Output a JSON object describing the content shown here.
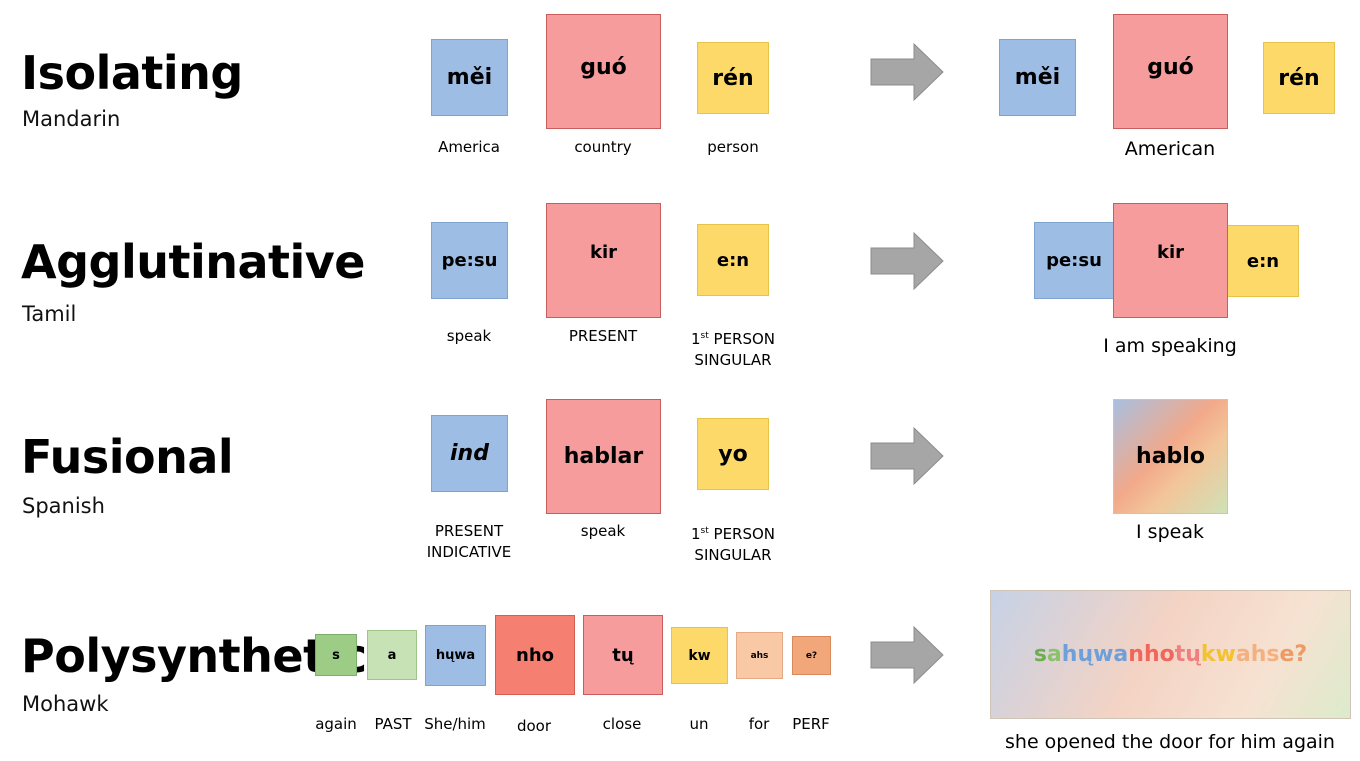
{
  "rows": [
    {
      "title": "Isolating",
      "language": "Mandarin",
      "morphemes": [
        {
          "text": "měi",
          "gloss": "America"
        },
        {
          "text": "guó",
          "gloss": "country"
        },
        {
          "text": "rén",
          "gloss": "person"
        }
      ],
      "result_gloss": "American"
    },
    {
      "title": "Agglutinative",
      "language": "Tamil",
      "morphemes": [
        {
          "text": "pe:su",
          "gloss": "speak"
        },
        {
          "text": "kir",
          "gloss": "PRESENT"
        },
        {
          "text": "e:n",
          "gloss_line1": "1",
          "gloss_sup": "st",
          "gloss_rest": " PERSON",
          "gloss_line2": "SINGULAR"
        }
      ],
      "result_gloss": "I am speaking"
    },
    {
      "title": "Fusional",
      "language": "Spanish",
      "morphemes": [
        {
          "text": "ind",
          "gloss_line1": "PRESENT",
          "gloss_line2": "INDICATIVE"
        },
        {
          "text": "hablar",
          "gloss": "speak"
        },
        {
          "text": "yo",
          "gloss_line1": "1",
          "gloss_sup": "st",
          "gloss_rest": " PERSON",
          "gloss_line2": "SINGULAR"
        }
      ],
      "result_word": "hablo",
      "result_gloss": "I speak"
    },
    {
      "title": "Polysynthetic",
      "language": "Mohawk",
      "morphemes": [
        {
          "text": "s",
          "gloss": "again"
        },
        {
          "text": "a",
          "gloss": "PAST"
        },
        {
          "text": "hųwa",
          "gloss": "She/him"
        },
        {
          "text": "nho",
          "gloss": "door"
        },
        {
          "text": "tų",
          "gloss": "close"
        },
        {
          "text": "kw",
          "gloss": "un"
        },
        {
          "text": "ahs",
          "gloss": "for"
        },
        {
          "text": "e?",
          "gloss": "PERF"
        }
      ],
      "result_parts": [
        {
          "text": "s",
          "color": "#6fae4f"
        },
        {
          "text": "a",
          "color": "#8cc26b"
        },
        {
          "text": "hųwa",
          "color": "#6f9fd8"
        },
        {
          "text": "nho",
          "color": "#f0665c"
        },
        {
          "text": "tų",
          "color": "#f27f7f"
        },
        {
          "text": "kw",
          "color": "#f2c230"
        },
        {
          "text": "ahs",
          "color": "#f5b07f"
        },
        {
          "text": "e?",
          "color": "#ee9a64"
        }
      ],
      "result_gloss": "she opened the door for him again"
    }
  ],
  "colors": {
    "blue": "#9dbde4",
    "red": "#f69c9c",
    "yellow": "#fcd969",
    "arrow": "#a6a6a6"
  },
  "icons": {
    "arrow": "right-arrow-icon"
  }
}
